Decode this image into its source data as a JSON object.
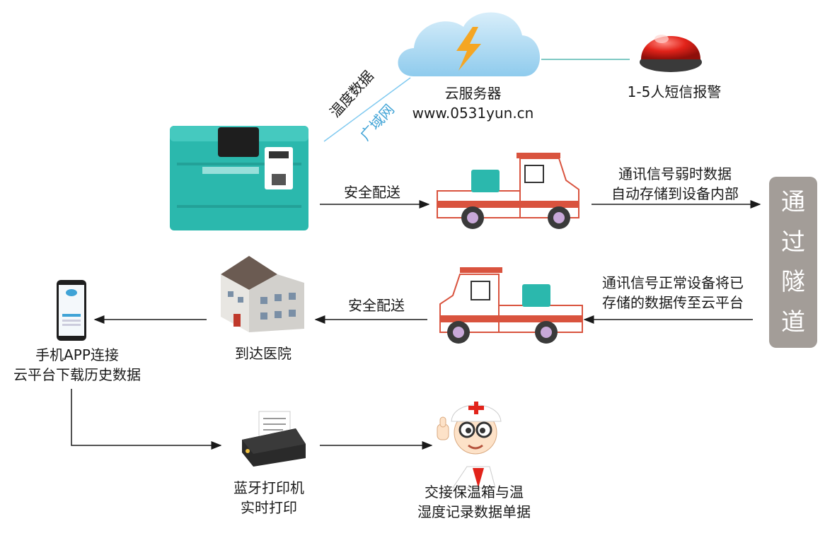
{
  "colors": {
    "box_teal": "#2bb8ad",
    "truck_red": "#d9533e",
    "cloud_blue": "#9dd3f0",
    "alarm_red": "#e2231a",
    "tunnel_gray": "#a39d98",
    "wan_blue": "#3fa3d6"
  },
  "cloud": {
    "name": "云服务器",
    "url": "www.0531yun.cn",
    "icon": "lightning-cloud-icon"
  },
  "alarm": {
    "label": "1-5人短信报警",
    "icon": "alarm-light-icon"
  },
  "link": {
    "temp_data": "温度数据",
    "wan": "广域网"
  },
  "box": {
    "icon": "cooler-box-icon"
  },
  "row1": {
    "deliver": "安全配送",
    "weak_signal_line1": "通讯信号弱时数据",
    "weak_signal_line2": "自动存储到设备内部"
  },
  "tunnel": {
    "chars": [
      "通",
      "过",
      "隧",
      "道"
    ]
  },
  "row2": {
    "normal_signal_line1": "通讯信号正常设备将已",
    "normal_signal_line2": "存储的数据传至云平台",
    "deliver": "安全配送",
    "hospital": "到达医院"
  },
  "phone": {
    "line1": "手机APP连接",
    "line2": "云平台下载历史数据",
    "icon": "smartphone-icon"
  },
  "printer": {
    "line1": "蓝牙打印机",
    "line2": "实时打印",
    "icon": "printer-icon"
  },
  "doctor": {
    "line1": "交接保温箱与温",
    "line2": "湿度记录数据单据",
    "icon": "doctor-thumbs-up-icon"
  }
}
